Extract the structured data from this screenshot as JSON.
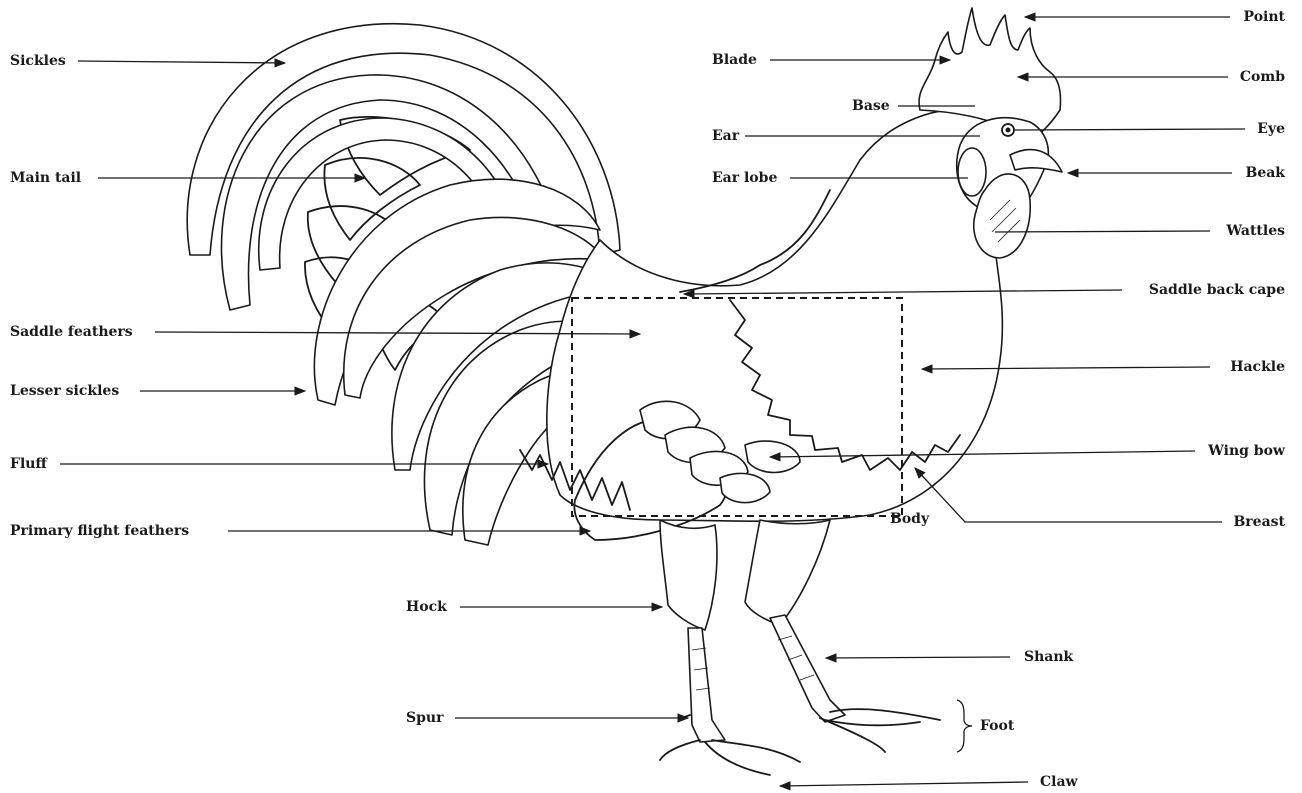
{
  "labels": {
    "sickles": "Sickles",
    "main_tail": "Main tail",
    "saddle_feathers": "Saddle feathers",
    "lesser_sickles": "Lesser sickles",
    "fluff": "Fluff",
    "primary_flight_feathers": "Primary flight feathers",
    "hock": "Hock",
    "spur": "Spur",
    "blade": "Blade",
    "base": "Base",
    "ear": "Ear",
    "ear_lobe": "Ear lobe",
    "point": "Point",
    "comb": "Comb",
    "eye": "Eye",
    "beak": "Beak",
    "wattles": "Wattles",
    "saddle_back_cape": "Saddle back cape",
    "hackle": "Hackle",
    "wing_bow": "Wing bow",
    "body": "Body",
    "breast": "Breast",
    "shank": "Shank",
    "foot": "Foot",
    "claw": "Claw"
  }
}
